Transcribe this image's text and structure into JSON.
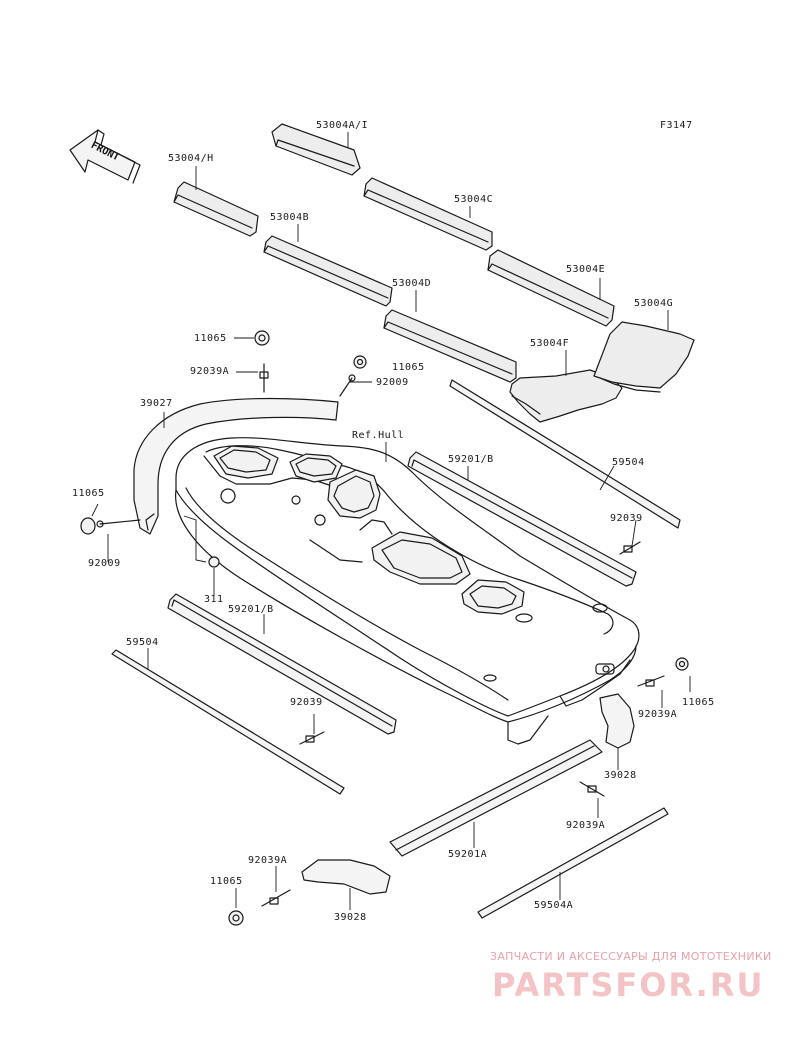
{
  "diagram_id": "F3147",
  "front_arrow": "FRONT",
  "labels": {
    "p53004a_i": "53004A/I",
    "p53004_h": "53004/H",
    "p53004b": "53004B",
    "p53004c": "53004C",
    "p53004d": "53004D",
    "p53004e": "53004E",
    "p53004f": "53004F",
    "p53004g": "53004G",
    "p11065_a": "11065",
    "p92039a_a": "92039A",
    "p11065_b": "11065",
    "p92009_a": "92009",
    "p39027": "39027",
    "ref_hull": "Ref.Hull",
    "p59201b_a": "59201/B",
    "p59504_a": "59504",
    "p11065_c": "11065",
    "p92009_b": "92009",
    "p92039_a": "92039",
    "p311": "311",
    "p59201b_b": "59201/B",
    "p59504_b": "59504",
    "p92039_b": "92039",
    "p11065_d": "11065",
    "p92039a_b": "92039A",
    "p39028_a": "39028",
    "p92039a_c": "92039A",
    "p59201a": "59201A",
    "p92039a_d": "92039A",
    "p11065_e": "11065",
    "p39028_b": "39028",
    "p59504a": "59504A"
  },
  "watermark": {
    "line1": "ЗАПЧАСТИ И АКСЕССУАРЫ ДЛЯ МОТОТЕХНИКИ",
    "line2": "PARTSFOR.RU"
  },
  "colors": {
    "line": "#1a1a1a",
    "mat": "#e8e8e8",
    "watermark": "#e33a45"
  }
}
